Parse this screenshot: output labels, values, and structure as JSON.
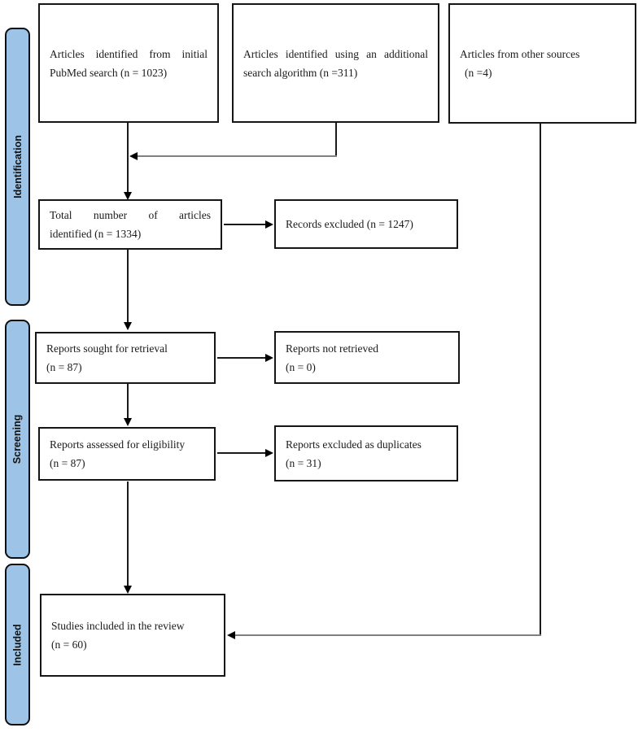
{
  "diagram": {
    "type": "prisma-flow",
    "accent_fill": "#9DC3E6",
    "stages": [
      {
        "label": "Identification"
      },
      {
        "label": "Screening"
      },
      {
        "label": "Included"
      }
    ],
    "boxes": {
      "pubmed": {
        "line1": "Articles identified from initial",
        "line2": "PubMed search (n = 1023)"
      },
      "algorithm": {
        "line1": "Articles identified using an additional",
        "line2": "search algorithm (n =311)"
      },
      "other_sources": {
        "line1": "Articles from other sources",
        "line2": "(n =4)"
      },
      "total": {
        "line1": "Total number of articles",
        "line2": "identified (n = 1334)"
      },
      "records_excluded": {
        "line1": "Records excluded (n = 1247)"
      },
      "sought": {
        "line1": "Reports sought for retrieval",
        "line2": "(n = 87)"
      },
      "not_retrieved": {
        "line1": "Reports not retrieved",
        "line2": "(n = 0)"
      },
      "assessed": {
        "line1": "Reports assessed for eligibility",
        "line2": "(n = 87)"
      },
      "excluded_duplicates": {
        "line1": "Reports excluded as duplicates",
        "line2": "(n = 31)"
      },
      "included": {
        "line1": "Studies included in the review",
        "line2": "(n = 60)"
      }
    }
  }
}
